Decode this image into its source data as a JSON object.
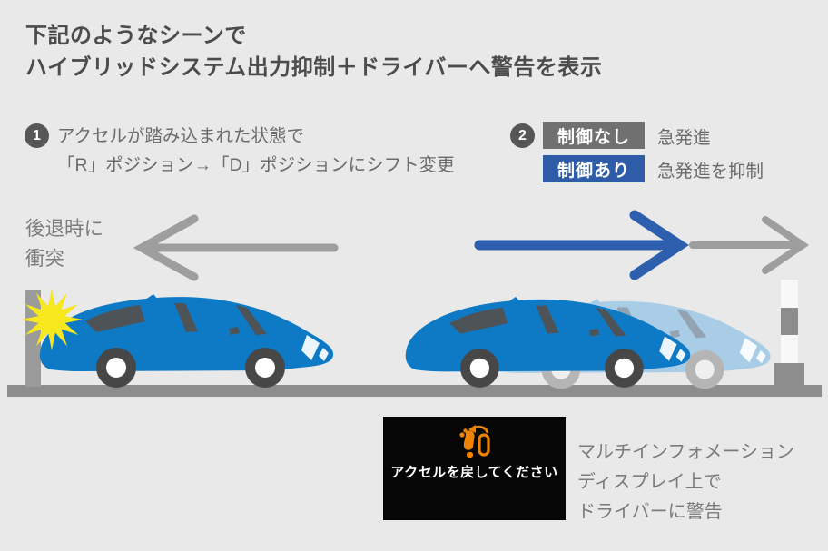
{
  "title": {
    "line1": "下記のようなシーンで",
    "line2": "ハイブリッドシステム出力抑制＋ドライバーへ警告を表示"
  },
  "step1": {
    "number": "1",
    "line1": "アクセルが踏み込まれた状態で",
    "line2": "「R」ポジション→「D」ポジションにシフト変更"
  },
  "step2": {
    "number": "2",
    "badge_off": "制御なし",
    "result_off": "急発進",
    "badge_on": "制御あり",
    "result_on": "急発進を抑制"
  },
  "left_scene": {
    "label_line1": "後退時に",
    "label_line2": "衝突"
  },
  "display": {
    "message": "アクセルを戻してください"
  },
  "caption": {
    "line1": "マルチインフォメーション",
    "line2": "ディスプレイ上で",
    "line3": "ドライバーに警告"
  },
  "colors": {
    "background": "#e9e9ea",
    "title_text": "#4c4c4c",
    "body_text": "#6b6b6b",
    "step_circle": "#575757",
    "badge_no_control_bg": "#707070",
    "badge_control_bg": "#2e5ca8",
    "arrow_gray": "#9e9e9e",
    "arrow_blue": "#2e5fae",
    "car_blue": "#0e7ac6",
    "car_ghost_blue": "#a9cde6",
    "road_gray": "#8d8d8d",
    "collision_star_yellow": "#f6e81d",
    "warning_orange": "#ef8200",
    "display_bg": "#060606",
    "display_text": "#ffffff"
  }
}
